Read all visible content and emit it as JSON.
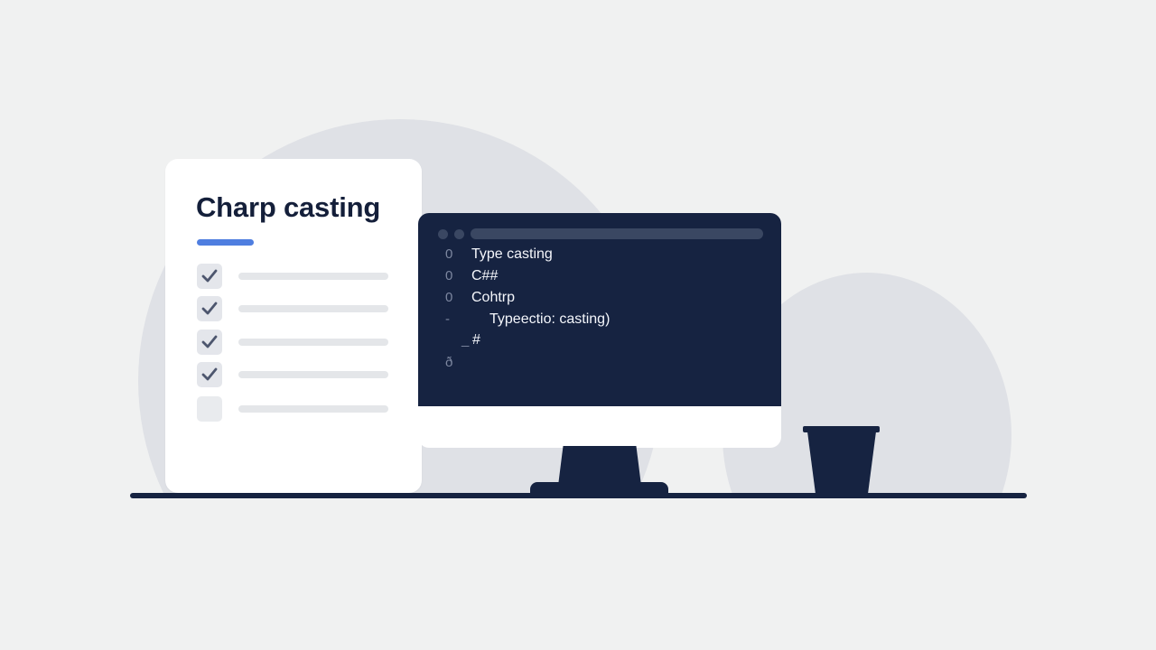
{
  "card": {
    "title": "Charp casting",
    "accent_color": "#4f7ee0",
    "items": [
      {
        "checked": true
      },
      {
        "checked": true
      },
      {
        "checked": true
      },
      {
        "checked": true
      },
      {
        "checked": false
      }
    ]
  },
  "editor": {
    "lines": [
      {
        "gutter": "0",
        "text": "Type casting"
      },
      {
        "gutter": "0",
        "text": "C##"
      },
      {
        "gutter": "0",
        "text": "Cohtrp"
      },
      {
        "gutter": "-",
        "text": "Typeectio: casting)"
      },
      {
        "gutter": "_",
        "text": "#"
      },
      {
        "gutter": "ð",
        "text": ""
      }
    ],
    "screen_color": "#162341"
  },
  "icons": {
    "check": "checkmark-icon"
  }
}
